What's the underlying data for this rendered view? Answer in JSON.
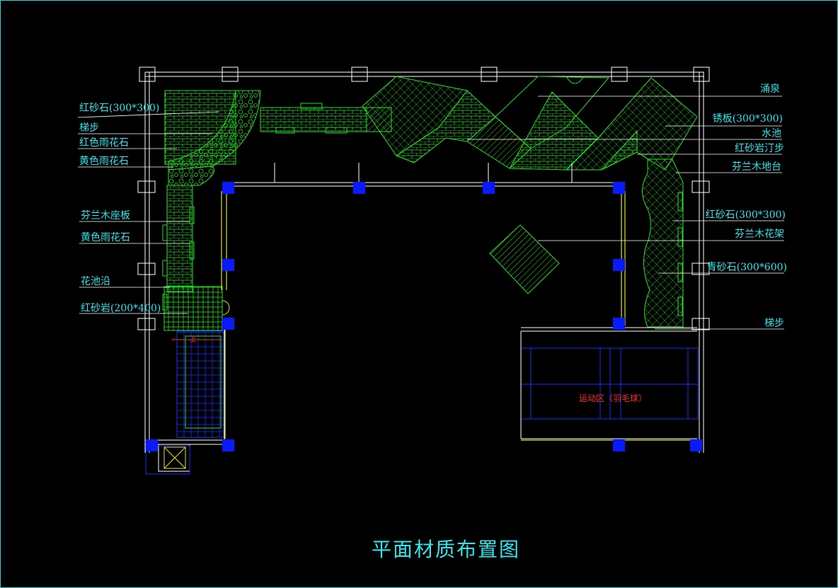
{
  "title": "平面材质布置图",
  "left_labels": [
    "红砂石(300*300)",
    "梯步",
    "红色雨花石",
    "黄色雨花石",
    "芬兰木座板",
    "黄色雨花石",
    "花池沿",
    "红砂岩(200*400)"
  ],
  "right_labels": [
    "涌泉",
    "锈板(300*300)",
    "水池",
    "红砂岩汀步",
    "芬兰木地台",
    "红砂石(300*300)",
    "芬兰木花架",
    "青砂石(300*600)",
    "梯步"
  ],
  "sport_area": "运动区（羽毛球）",
  "stair_up": "上",
  "colors": {
    "background": "#000000",
    "label": "#2fe6ee",
    "hatch": "#22e022",
    "wall": "#ffffff",
    "column": "#0a1aff",
    "yellow_line": "#e8e020",
    "red_text": "#ff2a2a"
  }
}
